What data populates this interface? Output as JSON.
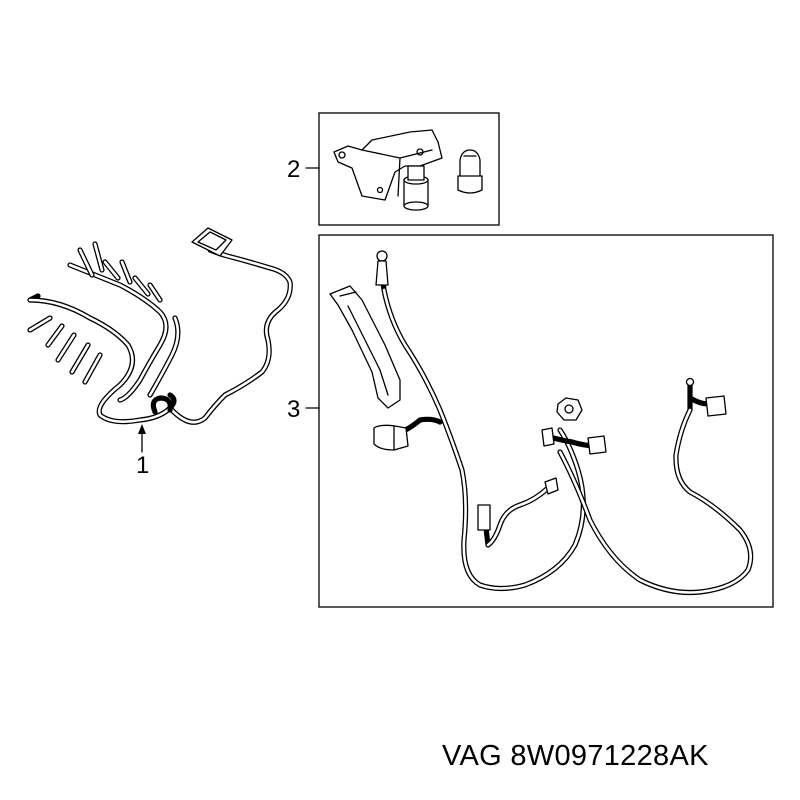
{
  "callouts": [
    {
      "id": "1",
      "label": "1"
    },
    {
      "id": "2",
      "label": "2"
    },
    {
      "id": "3",
      "label": "3"
    }
  ],
  "footer": {
    "brand": "VAG",
    "part_number": "8W0971228AK"
  }
}
